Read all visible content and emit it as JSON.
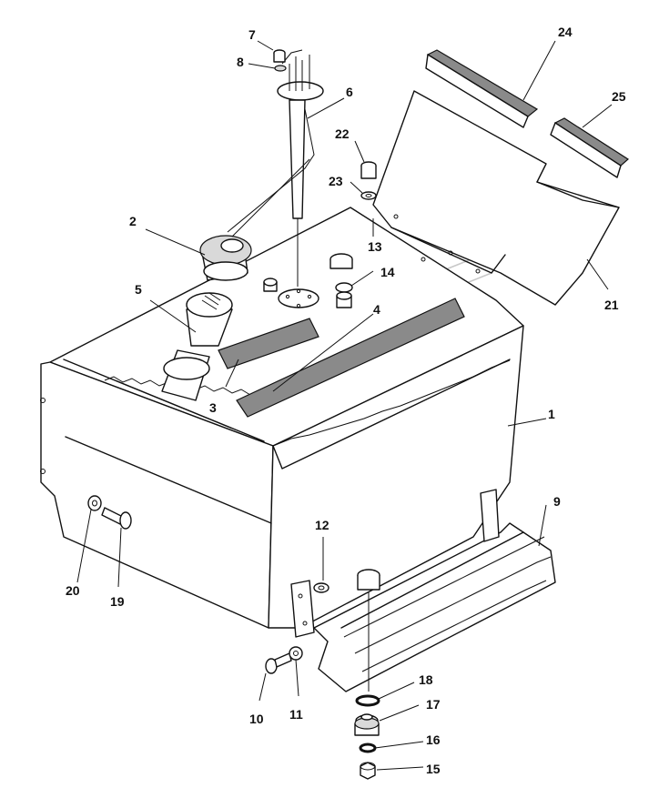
{
  "callouts": [
    {
      "id": "1",
      "text": "1"
    },
    {
      "id": "2",
      "text": "2"
    },
    {
      "id": "3",
      "text": "3"
    },
    {
      "id": "4",
      "text": "4"
    },
    {
      "id": "5",
      "text": "5"
    },
    {
      "id": "6",
      "text": "6"
    },
    {
      "id": "7",
      "text": "7"
    },
    {
      "id": "8",
      "text": "8"
    },
    {
      "id": "9",
      "text": "9"
    },
    {
      "id": "10",
      "text": "10"
    },
    {
      "id": "11",
      "text": "11"
    },
    {
      "id": "12",
      "text": "12"
    },
    {
      "id": "13",
      "text": "13"
    },
    {
      "id": "14",
      "text": "14"
    },
    {
      "id": "15",
      "text": "15"
    },
    {
      "id": "16",
      "text": "16"
    },
    {
      "id": "17",
      "text": "17"
    },
    {
      "id": "18",
      "text": "18"
    },
    {
      "id": "19",
      "text": "19"
    },
    {
      "id": "20",
      "text": "20"
    },
    {
      "id": "21",
      "text": "21"
    },
    {
      "id": "22",
      "text": "22"
    },
    {
      "id": "23",
      "text": "23"
    },
    {
      "id": "24",
      "text": "24"
    },
    {
      "id": "25",
      "text": "25"
    }
  ],
  "colors": {
    "line": "#111111",
    "background": "#ffffff",
    "watermark": "#9a9a9a"
  }
}
